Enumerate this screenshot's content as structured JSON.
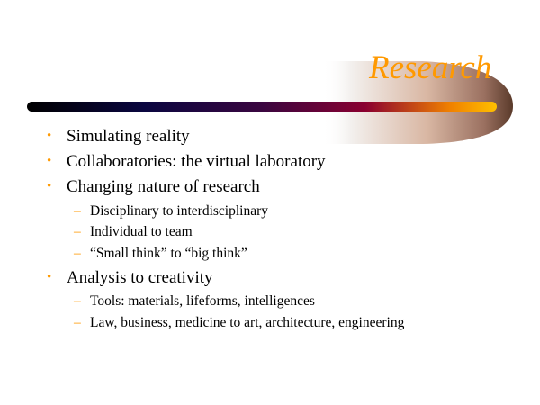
{
  "slide": {
    "title": "Research",
    "bullet_color": "#ff9900",
    "bullets": [
      {
        "text": "Simulating reality"
      },
      {
        "text": "Collaboratories:  the virtual laboratory"
      },
      {
        "text": "Changing nature of research",
        "sub": [
          "Disciplinary to interdisciplinary",
          "Individual to team",
          "“Small think”  to “big think”"
        ]
      },
      {
        "text": "Analysis to creativity",
        "sub": [
          "Tools:  materials, lifeforms, intelligences",
          "Law, business, medicine to art, architecture, engineering"
        ]
      }
    ],
    "bullet_glyph": "•",
    "dash_glyph": "–"
  }
}
